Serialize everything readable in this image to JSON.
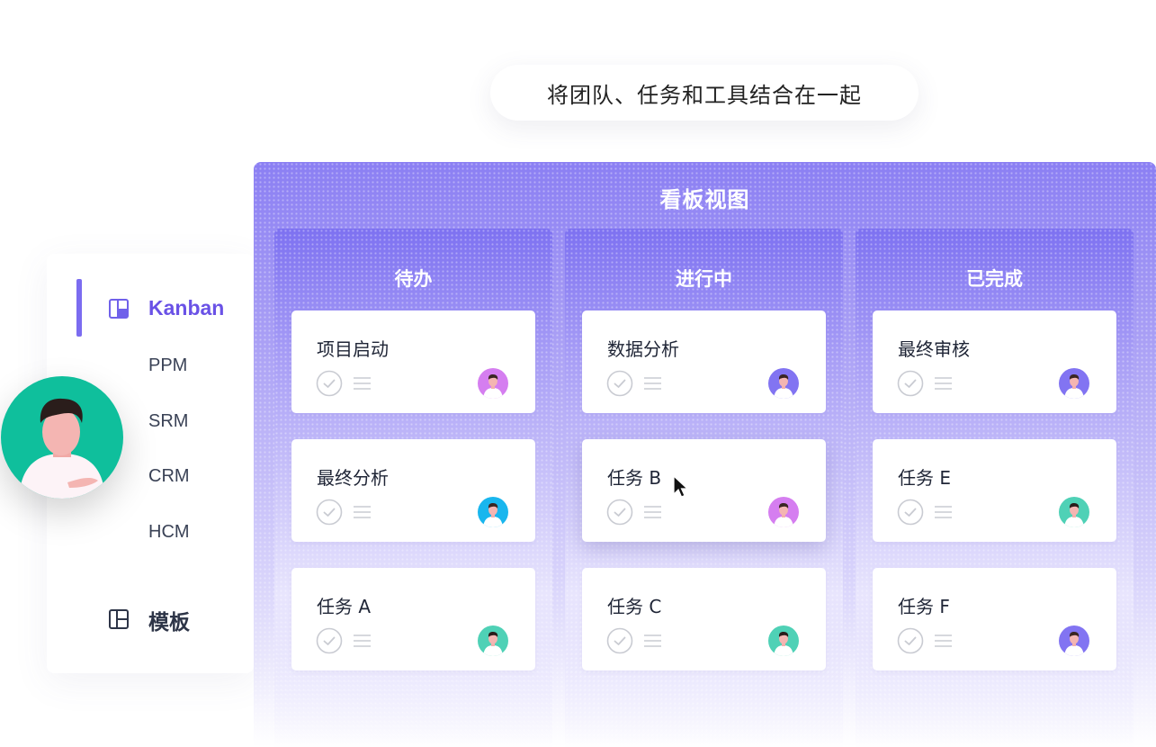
{
  "banner": {
    "text": "将团队、任务和工具结合在一起"
  },
  "sidebar": {
    "active": {
      "label": "Kanban",
      "icon": "kanban-icon"
    },
    "items": [
      {
        "label": "PPM"
      },
      {
        "label": "SRM"
      },
      {
        "label": "CRM"
      },
      {
        "label": "HCM"
      }
    ],
    "template": {
      "label": "模板",
      "icon": "template-icon"
    }
  },
  "board": {
    "title": "看板视图",
    "columns": [
      {
        "title": "待办",
        "cards": [
          {
            "title": "项目启动",
            "avatar": "pink"
          },
          {
            "title": "最终分析",
            "avatar": "blue"
          },
          {
            "title": "任务 A",
            "avatar": "teal"
          }
        ]
      },
      {
        "title": "进行中",
        "cards": [
          {
            "title": "数据分析",
            "avatar": "purple"
          },
          {
            "title": "任务 B",
            "avatar": "pink"
          },
          {
            "title": "任务 C",
            "avatar": "teal"
          }
        ]
      },
      {
        "title": "已完成",
        "cards": [
          {
            "title": "最终审核",
            "avatar": "purple"
          },
          {
            "title": "任务 E",
            "avatar": "teal"
          },
          {
            "title": "任务 F",
            "avatar": "purple"
          }
        ]
      }
    ]
  },
  "colors": {
    "accent": "#6a52e6",
    "board": "#8b7ff3",
    "avatar_pink": "#d57ef0",
    "avatar_blue": "#19b6ee",
    "avatar_teal": "#4fd1b6",
    "avatar_purple": "#8274f2",
    "big_avatar": "#0fbf9c"
  }
}
